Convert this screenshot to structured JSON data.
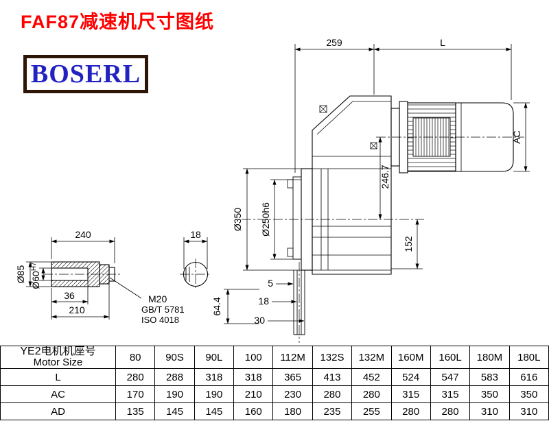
{
  "page": {
    "title": "FAF87减速机尺寸图纸",
    "logo": "BOSERL"
  },
  "drawing": {
    "dims": {
      "d259": "259",
      "dL": "L",
      "dAC": "AC",
      "d246": "246.7",
      "d350": "Ø350",
      "d250": "Ø250h6",
      "d152": "152",
      "d5": "5",
      "d18b": "18",
      "d30": "30",
      "d64": "64.4",
      "d240": "240",
      "d18k": "18",
      "d85": "Ø85",
      "d60": "Ø60",
      "dH7": "H7",
      "d36": "36",
      "d210": "210",
      "m20": "M20",
      "std_gb": "GB/T 5781",
      "std_iso": "ISO 4018"
    }
  },
  "table": {
    "motor_label_cn": "YE2电机机座号",
    "motor_label_en": "Motor Size",
    "sizes": [
      "80",
      "90S",
      "90L",
      "100",
      "112M",
      "132S",
      "132M",
      "160M",
      "160L",
      "180M",
      "180L"
    ],
    "rows": [
      {
        "label": "L",
        "values": [
          "280",
          "288",
          "318",
          "318",
          "365",
          "413",
          "452",
          "524",
          "547",
          "583",
          "616"
        ]
      },
      {
        "label": "AC",
        "values": [
          "170",
          "190",
          "190",
          "210",
          "230",
          "280",
          "280",
          "315",
          "315",
          "350",
          "350"
        ]
      },
      {
        "label": "AD",
        "values": [
          "135",
          "145",
          "145",
          "160",
          "180",
          "235",
          "255",
          "280",
          "280",
          "310",
          "310"
        ]
      }
    ]
  },
  "colors": {
    "title-red": "#ff0000",
    "logo-blue": "#2222c2",
    "logo-border": "#2e1607",
    "line": "#000000"
  }
}
